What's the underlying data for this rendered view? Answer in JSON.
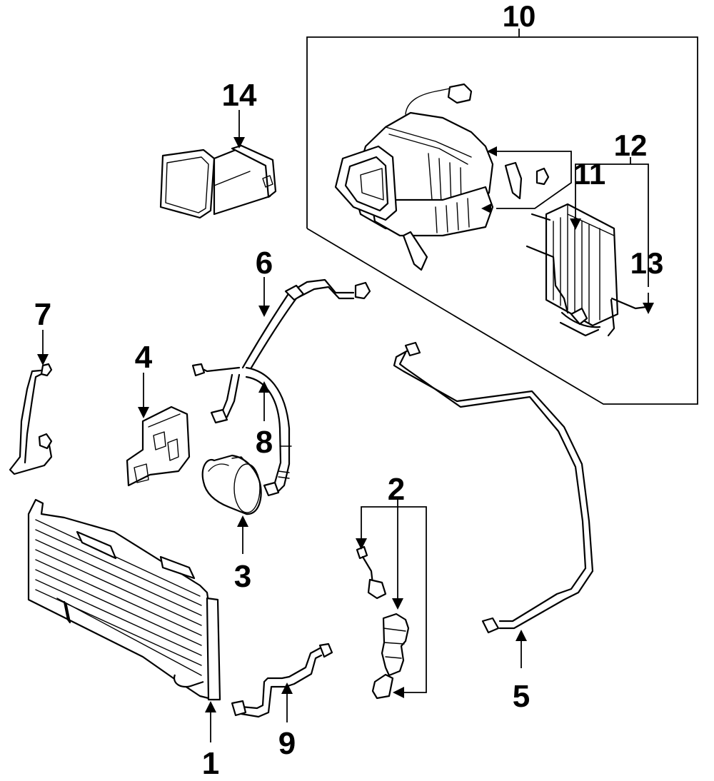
{
  "diagram": {
    "subject": "A/C system exploded parts diagram",
    "line_color": "#000000",
    "background": "#ffffff",
    "callouts": {
      "c1": "1",
      "c2": "2",
      "c3": "3",
      "c4": "4",
      "c5": "5",
      "c6": "6",
      "c7": "7",
      "c8": "8",
      "c9": "9",
      "c10": "10",
      "c11": "11",
      "c12": "12",
      "c13": "13",
      "c14": "14"
    },
    "parts": [
      {
        "callout": "1",
        "name": "condenser"
      },
      {
        "callout": "2",
        "name": "receiver-drier-assembly"
      },
      {
        "callout": "3",
        "name": "compressor"
      },
      {
        "callout": "4",
        "name": "compressor-bracket"
      },
      {
        "callout": "5",
        "name": "liquid-line"
      },
      {
        "callout": "6",
        "name": "suction-hose"
      },
      {
        "callout": "7",
        "name": "condenser-line"
      },
      {
        "callout": "8",
        "name": "discharge-hose"
      },
      {
        "callout": "9",
        "name": "receiver-line"
      },
      {
        "callout": "10",
        "name": "evaporator-case-assembly"
      },
      {
        "callout": "11",
        "name": "evaporator-case"
      },
      {
        "callout": "12",
        "name": "evaporator-core"
      },
      {
        "callout": "13",
        "name": "expansion-valve"
      },
      {
        "callout": "14",
        "name": "duct"
      }
    ]
  }
}
